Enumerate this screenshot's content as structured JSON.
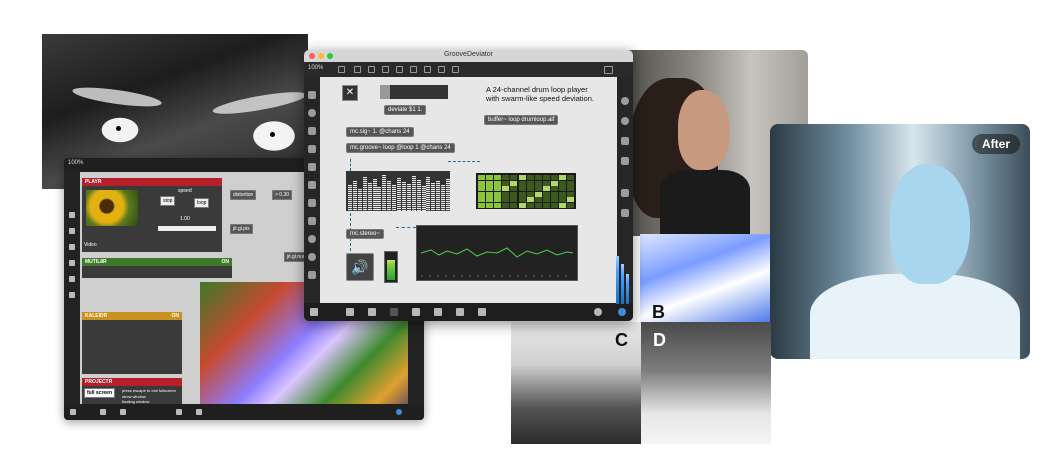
{
  "background_images": {
    "after_badge": "After",
    "tile_labels": [
      "B",
      "C",
      "D"
    ]
  },
  "back_window": {
    "zoom": "100%",
    "modules": {
      "player": "PLAYR",
      "stop_button": "stop",
      "loop_button": "loop",
      "speed_label": "speed",
      "speed_value": "1.00",
      "mutil": "MUTIL8R",
      "mutil_state": "ON",
      "kaleidr": "KALEIDR",
      "kaleidr_state": "ON",
      "projectr": "PROJECTR",
      "fullscreen": "full screen",
      "fullscreen_hint": "press escape to exit fullscreen",
      "show_window": "show window",
      "floating_window": "floating window",
      "video_label": "Video",
      "distortion_obj": "distortion",
      "gt_value": "> 0.30",
      "jit_obj": "jit.gl.pix",
      "jit_obj2": "jit.gl.nurbs"
    }
  },
  "front_window": {
    "title": "GrooveDeviator",
    "zoom": "100%",
    "comment_line1": "A 24-channel drum loop player",
    "comment_line2": "with swarm-like speed deviation.",
    "objects": {
      "toggle_x": "✕",
      "deviate": "deviate $1 1.",
      "buffer": "buffer~ loop drumloop.aif",
      "mc_sig": "mc.sig~ 1. @chans 24",
      "mc_groove": "mc.groove~ loop @loop 1 @chans 24",
      "mc_stereo": "mc.stereo~"
    },
    "speaker_icon": "🔊"
  }
}
